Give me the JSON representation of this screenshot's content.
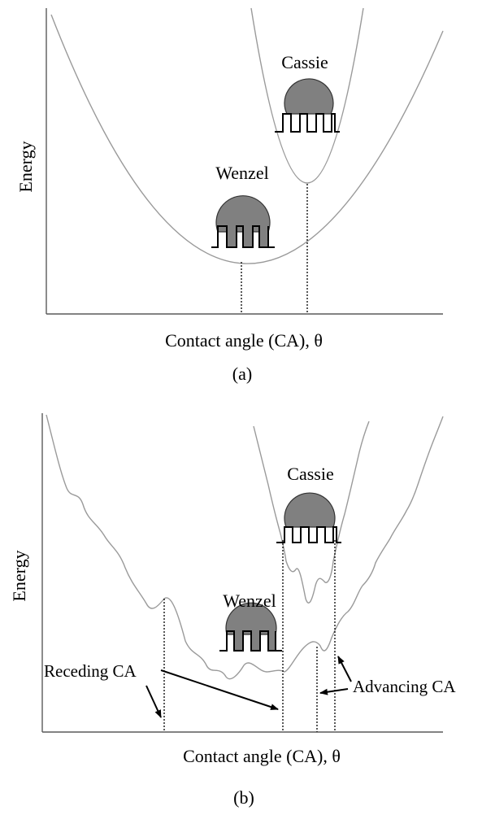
{
  "panel_a": {
    "y_axis_label": "Energy",
    "x_axis_label": "Contact angle (CA), θ",
    "caption": "(a)",
    "wenzel_label": "Wenzel",
    "cassie_label": "Cassie"
  },
  "panel_b": {
    "y_axis_label": "Energy",
    "x_axis_label": "Contact angle (CA), θ",
    "caption": "(b)",
    "wenzel_label": "Wenzel",
    "cassie_label": "Cassie",
    "receding_label": "Receding CA",
    "advancing_label": "Advancing CA"
  },
  "colors": {
    "curve": "#9a9a9a",
    "axis": "#5a5a5a",
    "droplet_fill": "#808080",
    "droplet_stroke": "#333333",
    "ink": "#000000"
  }
}
